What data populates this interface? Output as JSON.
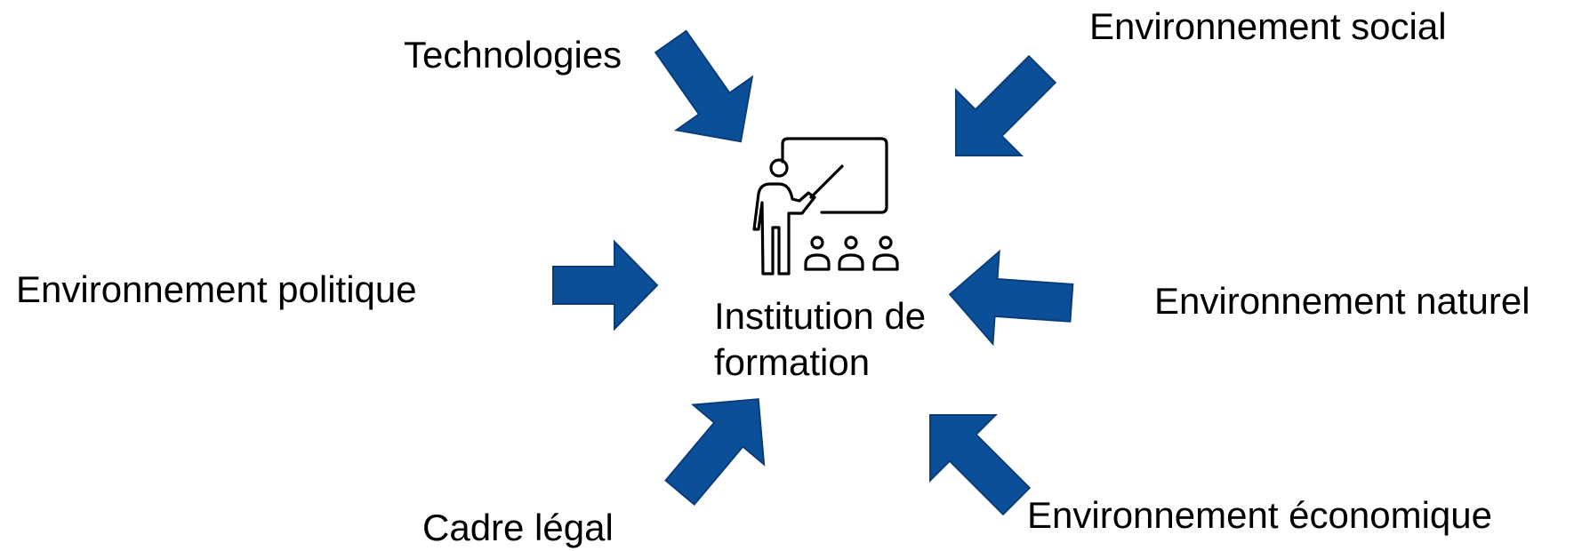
{
  "center": {
    "line1": "Institution de",
    "line2": "formation",
    "icon": "teacher-presentation-icon"
  },
  "factors": {
    "technologies": "Technologies",
    "social": "Environnement social",
    "politique": "Environnement politique",
    "naturel": "Environnement naturel",
    "cadre": "Cadre légal",
    "economique": "Environnement économique"
  },
  "colors": {
    "arrow_fill": "#0b4f99",
    "arrow_stroke": "#0a3d78",
    "text": "#000000"
  }
}
